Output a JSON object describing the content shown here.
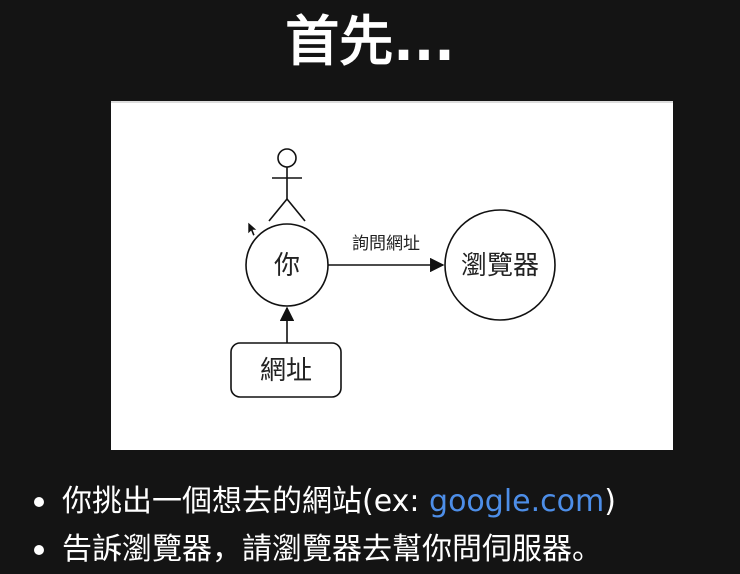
{
  "slide": {
    "title": "首先..."
  },
  "diagram": {
    "user_label": "你",
    "browser_label": "瀏覽器",
    "url_label": "網址",
    "edge_label": "詢問網址"
  },
  "bullets": [
    {
      "before": "你挑出一個想去的網站(ex: ",
      "link": "google.com",
      "after": ")"
    },
    {
      "text": "告訴瀏覽器，請瀏覽器去幫你問伺服器。"
    }
  ]
}
